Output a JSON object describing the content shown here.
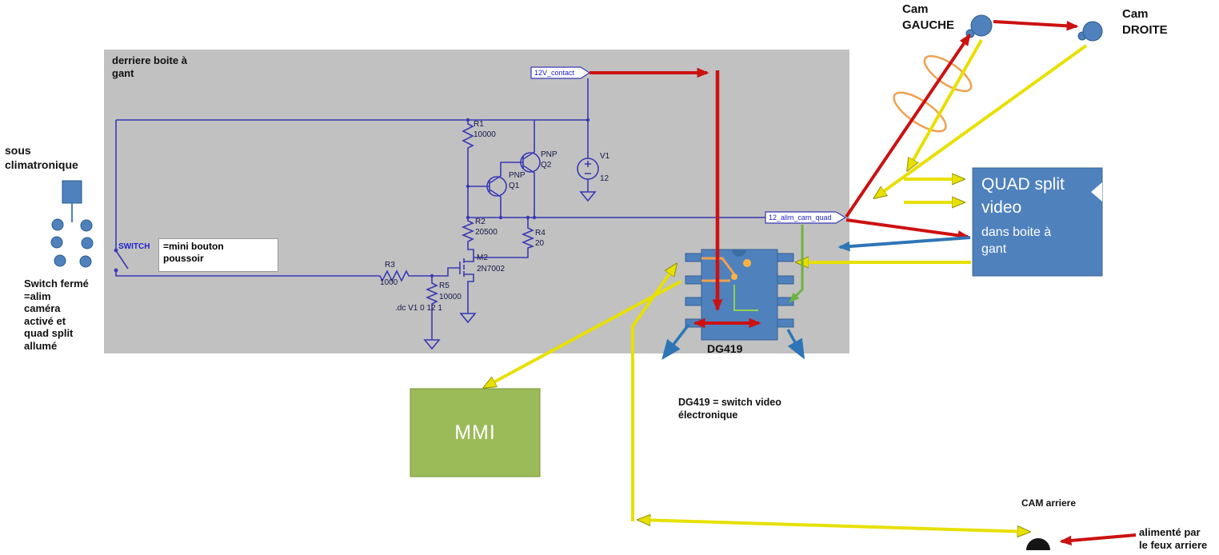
{
  "notes": {
    "panel": "derriere boite à\ngant",
    "sous_clim": "sous\nclimatronique",
    "switch_ferme": "Switch fermé\n=alim\ncaméra\nactivé et\nquad split\nallumé",
    "bouton": "=mini bouton\npoussoir",
    "dg419": "DG419 = switch video\nélectronique",
    "alimente": "alimenté par\nle feux arriere"
  },
  "schematic": {
    "switch": "SWITCH",
    "net_contact": "12V_contact",
    "net_alim": "12_alim_cam_quad",
    "r1": "R1",
    "r1v": "10000",
    "r2": "R2",
    "r2v": "20500",
    "r3": "R3",
    "r3v": "1000",
    "r4": "R4",
    "r4v": "20",
    "r5": "R5",
    "r5v": "10000",
    "q1t": "PNP",
    "q1": "Q1",
    "q2t": "PNP",
    "q2": "Q2",
    "m2": "M2",
    "m2v": "2N7002",
    "v1": "V1",
    "v1v": "12",
    "directive": ".dc V1 0 12 1"
  },
  "cams": {
    "gauche": "Cam\nGAUCHE",
    "droite": "Cam\nDROITE",
    "arriere": "CAM arriere"
  },
  "blocks": {
    "quad_title": "QUAD split\nvideo",
    "quad_sub": "dans boite à\ngant",
    "mmi": "MMI",
    "dg419": "DG419"
  },
  "colors": {
    "panel_gray": "#c1c1c1",
    "wire_blue": "#3939b5",
    "label_blue": "#2222cc",
    "arrow_red": "#cc1111",
    "arrow_yellow": "#e8e000",
    "arrow_green": "#6db33f",
    "arrow_blue": "#2e75b6",
    "block_blue": "#4f81bd",
    "mmi_green": "#9bbb59",
    "cable_orange": "#f0a050",
    "cam_black": "#151515"
  }
}
